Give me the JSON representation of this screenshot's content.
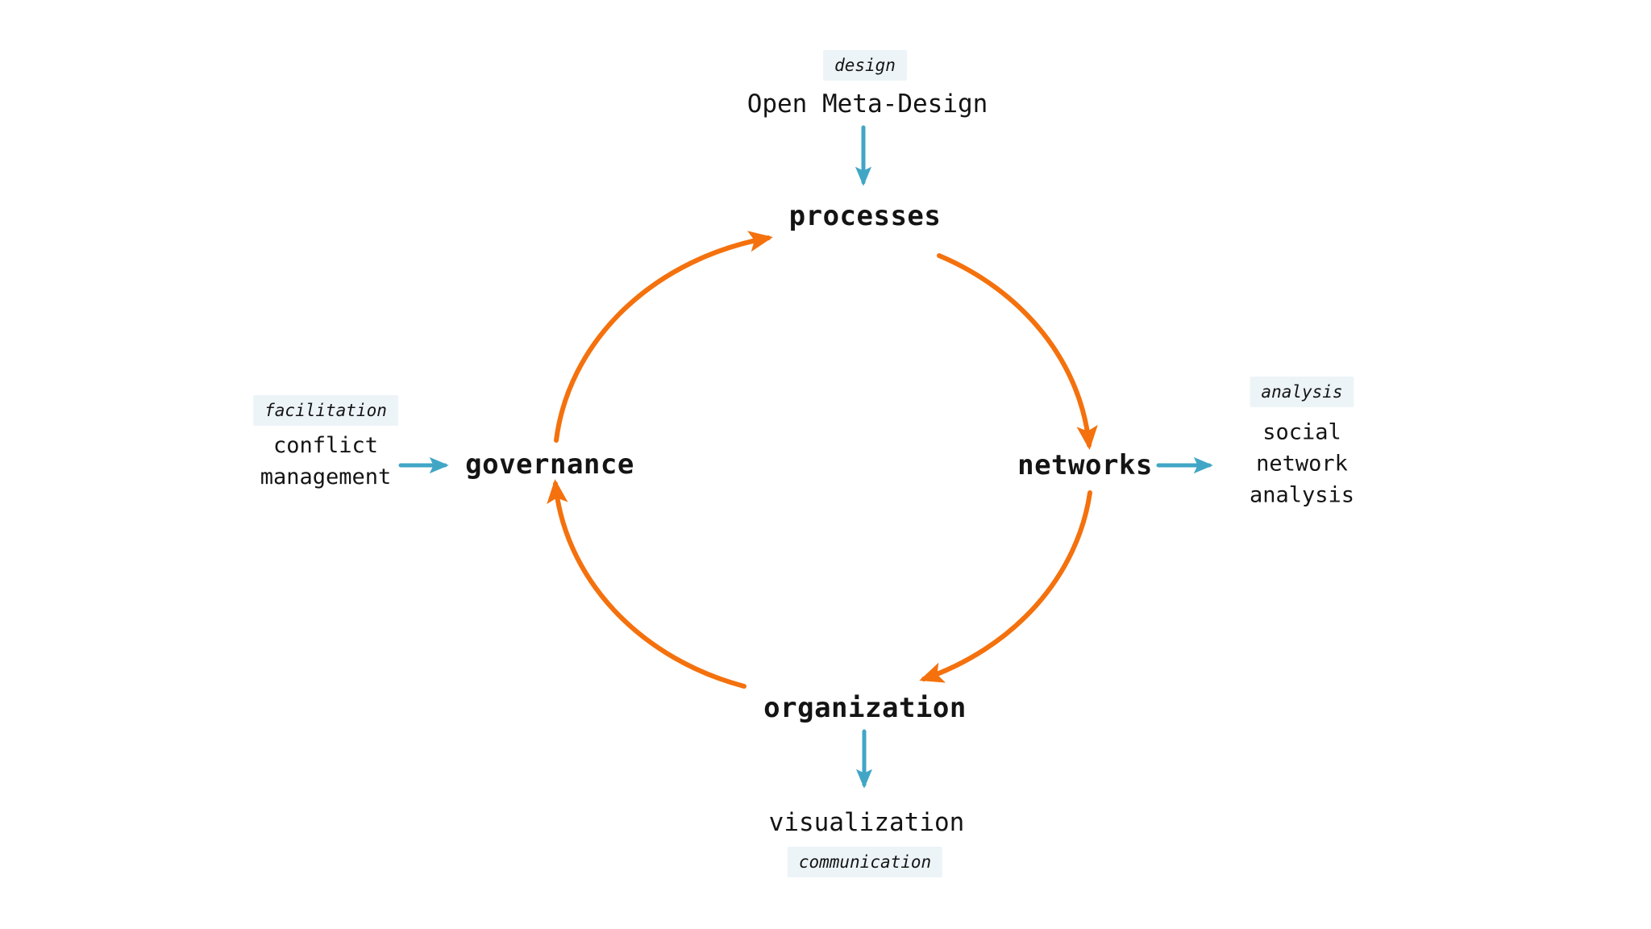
{
  "cycle": {
    "nodes": [
      {
        "id": "processes",
        "label": "processes"
      },
      {
        "id": "networks",
        "label": "networks"
      },
      {
        "id": "organization",
        "label": "organization"
      },
      {
        "id": "governance",
        "label": "governance"
      }
    ],
    "flow_order": "processes → networks → organization → governance → processes"
  },
  "annotations": {
    "top": {
      "tag": "design",
      "label": "Open Meta-Design",
      "arrow": "into processes"
    },
    "right": {
      "tag": "analysis",
      "lines": [
        "social",
        "network",
        "analysis"
      ],
      "arrow": "from networks"
    },
    "left": {
      "tag": "facilitation",
      "lines": [
        "conflict",
        "management"
      ],
      "arrow": "into governance"
    },
    "bottom": {
      "tag": "communication",
      "label": "visualization",
      "arrow": "from organization"
    }
  },
  "colors": {
    "cycle_arrows": "#f4710d",
    "link_arrows": "#41a6c6",
    "tag_background": "#edf4f7",
    "text": "#141414",
    "background": "#ffffff"
  }
}
